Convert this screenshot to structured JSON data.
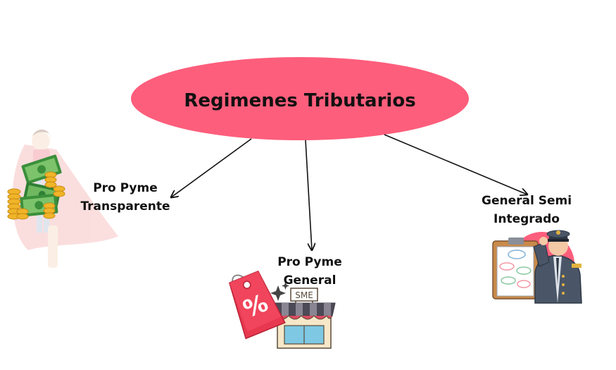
{
  "diagram": {
    "center": {
      "label": "Regimenes Tributarios",
      "fill": "#fd5e7c"
    },
    "nodes": [
      {
        "line1": "Pro Pyme",
        "line2": "Transparente",
        "icon": "superhero-money-icon"
      },
      {
        "line1": "Pro Pyme",
        "line2": "General",
        "icon": "sme-shop-discount-icon",
        "sign_text": "SME",
        "tag_text": "%"
      },
      {
        "line1": "General Semi",
        "line2": "Integrado",
        "icon": "officer-clipboard-icon"
      }
    ],
    "edge_color": "#111111"
  }
}
